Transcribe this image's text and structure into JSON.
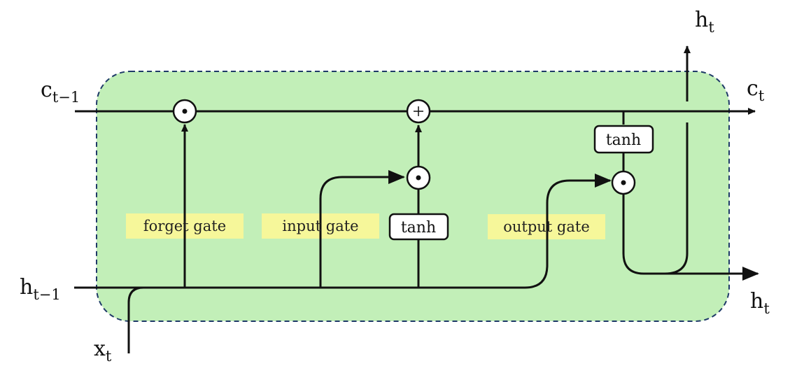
{
  "labels": {
    "c_prev": {
      "base": "c",
      "sub": "t−1"
    },
    "h_prev": {
      "base": "h",
      "sub": "t−1"
    },
    "x_in": {
      "base": "x",
      "sub": "t"
    },
    "c_out": {
      "base": "c",
      "sub": "t"
    },
    "h_out_top": {
      "base": "h",
      "sub": "t"
    },
    "h_out_right": {
      "base": "h",
      "sub": "t"
    }
  },
  "gates": {
    "forget": "forget gate",
    "input": "input gate",
    "output": "output gate"
  },
  "activations": {
    "candidate": "tanh",
    "cell_output": "tanh"
  },
  "operators": {
    "multiply": "⊙",
    "add": "+"
  },
  "colors": {
    "cell_fill": "#c2efb8",
    "cell_border": "#1f3a68",
    "gate_tag": "#f6f79a",
    "wire": "#111111"
  }
}
